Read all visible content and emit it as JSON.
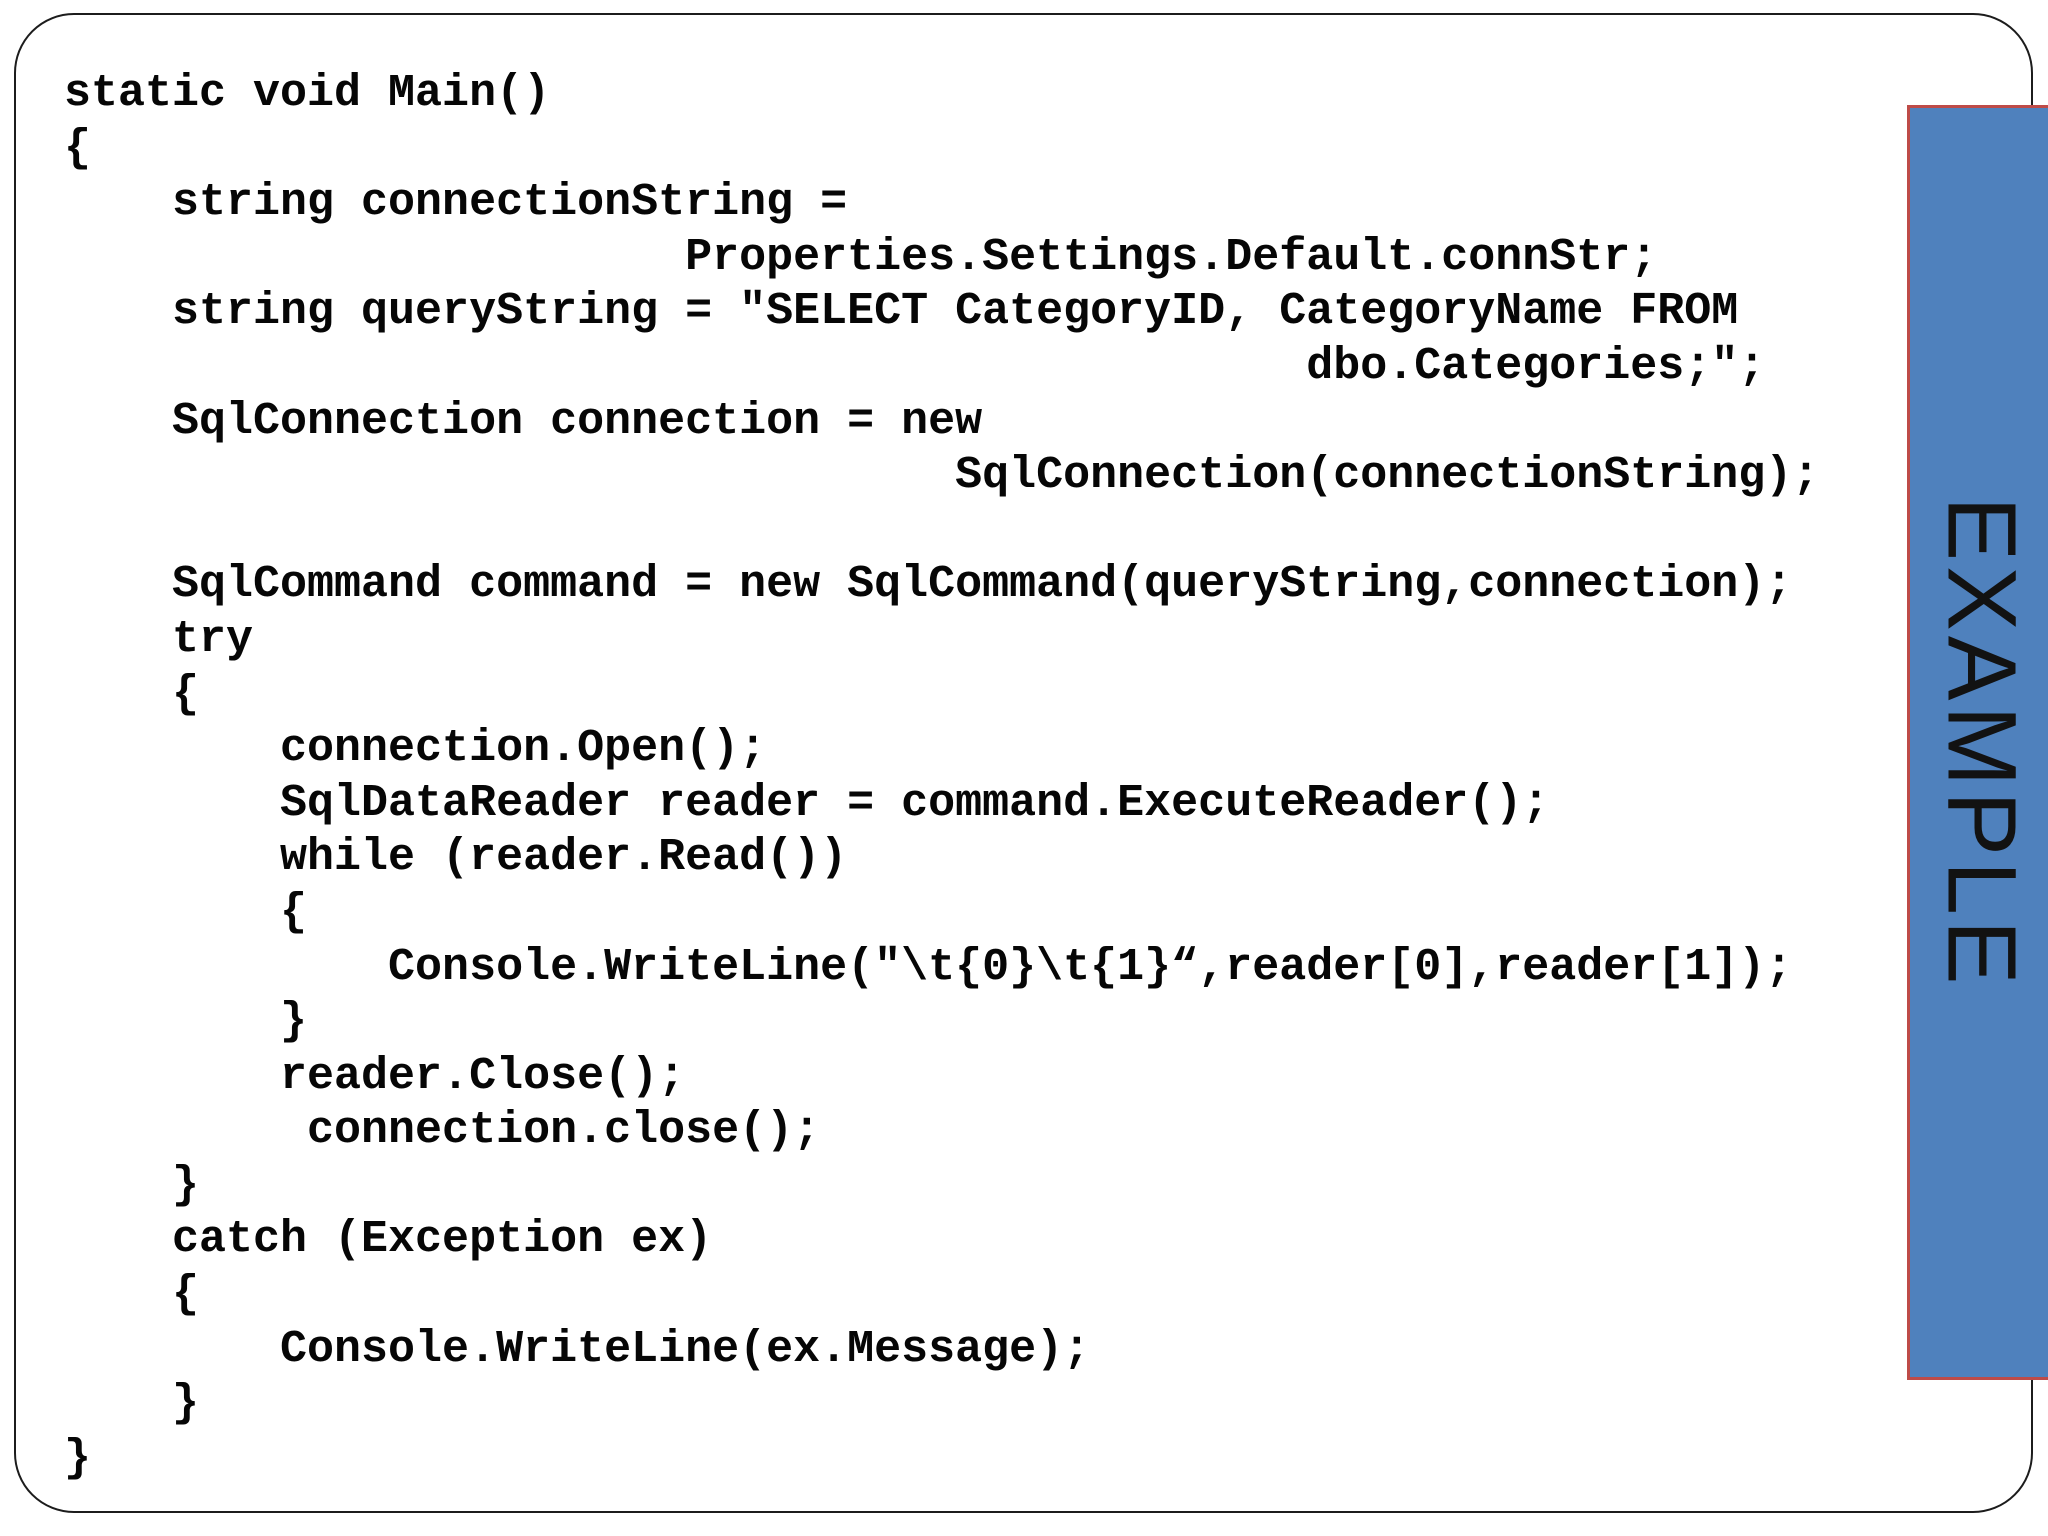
{
  "slide": {
    "type": "presentation-slide",
    "background": "#ffffff",
    "frame_border_color": "#1c1c1c"
  },
  "code_block": {
    "language": "C#",
    "text_color": "#060606",
    "lines": [
      "static void Main()",
      "{",
      "    string connectionString =",
      "                       Properties.Settings.Default.connStr;",
      "    string queryString = \"SELECT CategoryID, CategoryName FROM",
      "                                              dbo.Categories;\";",
      "    SqlConnection connection = new",
      "                                 SqlConnection(connectionString);",
      "",
      "    SqlCommand command = new SqlCommand(queryString,connection);",
      "    try",
      "    {",
      "        connection.Open();",
      "        SqlDataReader reader = command.ExecuteReader();",
      "        while (reader.Read())",
      "        {",
      "            Console.WriteLine(\"\\t{0}\\t{1}“,reader[0],reader[1]);",
      "        }",
      "        reader.Close();",
      "         connection.close();",
      "    }",
      "    catch (Exception ex)",
      "    {",
      "        Console.WriteLine(ex.Message);",
      "    }",
      "}"
    ]
  },
  "example_banner": {
    "label": "EXAMPLE",
    "fill_color": "#4f81bd",
    "border_color": "#be4b48",
    "text_color": "#121212"
  }
}
